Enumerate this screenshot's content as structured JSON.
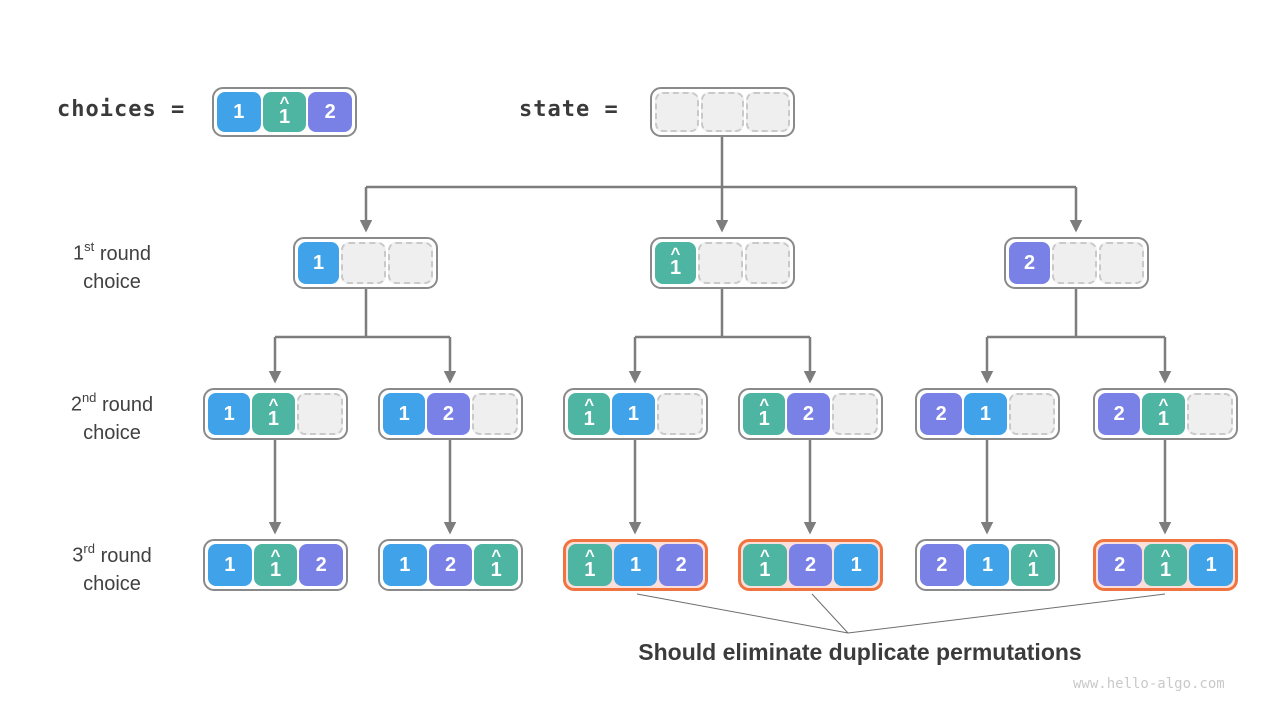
{
  "palette": {
    "blue": "#40a3e9",
    "teal": "#4db5a2",
    "purple": "#7a81e6",
    "orange_border": "#f0743f",
    "orange_fill": "#fbdfda",
    "node_border": "#8a8a8a",
    "empty_fill": "#efefef",
    "empty_border": "#c9c9c9",
    "connector": "#7d7d7d",
    "text_dark": "#3b3b3b",
    "watermark": "#c9c9c9"
  },
  "header": {
    "choices_label": "choices =",
    "state_label": "state =",
    "choices_box": {
      "cells": [
        {
          "value": "1",
          "color": "blue"
        },
        {
          "value": "1",
          "color": "teal",
          "hat": true
        },
        {
          "value": "2",
          "color": "purple"
        }
      ]
    },
    "state_box": {
      "cells": [
        {},
        {},
        {}
      ]
    }
  },
  "rows": [
    {
      "num": "1",
      "sup": "st",
      "rest": "round",
      "line2": "choice"
    },
    {
      "num": "2",
      "sup": "nd",
      "rest": "round",
      "line2": "choice"
    },
    {
      "num": "3",
      "sup": "rd",
      "rest": "round",
      "line2": "choice"
    }
  ],
  "tree": {
    "round1": [
      {
        "cells": [
          {
            "value": "1",
            "color": "blue"
          },
          {},
          {}
        ]
      },
      {
        "cells": [
          {
            "value": "1",
            "color": "teal",
            "hat": true
          },
          {},
          {}
        ]
      },
      {
        "cells": [
          {
            "value": "2",
            "color": "purple"
          },
          {},
          {}
        ]
      }
    ],
    "round2": [
      {
        "cells": [
          {
            "value": "1",
            "color": "blue"
          },
          {
            "value": "1",
            "color": "teal",
            "hat": true
          },
          {}
        ]
      },
      {
        "cells": [
          {
            "value": "1",
            "color": "blue"
          },
          {
            "value": "2",
            "color": "purple"
          },
          {}
        ]
      },
      {
        "cells": [
          {
            "value": "1",
            "color": "teal",
            "hat": true
          },
          {
            "value": "1",
            "color": "blue"
          },
          {}
        ]
      },
      {
        "cells": [
          {
            "value": "1",
            "color": "teal",
            "hat": true
          },
          {
            "value": "2",
            "color": "purple"
          },
          {}
        ]
      },
      {
        "cells": [
          {
            "value": "2",
            "color": "purple"
          },
          {
            "value": "1",
            "color": "blue"
          },
          {}
        ]
      },
      {
        "cells": [
          {
            "value": "2",
            "color": "purple"
          },
          {
            "value": "1",
            "color": "teal",
            "hat": true
          },
          {}
        ]
      }
    ],
    "round3": [
      {
        "cells": [
          {
            "value": "1",
            "color": "blue"
          },
          {
            "value": "1",
            "color": "teal",
            "hat": true
          },
          {
            "value": "2",
            "color": "purple"
          }
        ]
      },
      {
        "cells": [
          {
            "value": "1",
            "color": "blue"
          },
          {
            "value": "2",
            "color": "purple"
          },
          {
            "value": "1",
            "color": "teal",
            "hat": true
          }
        ]
      },
      {
        "cells": [
          {
            "value": "1",
            "color": "teal",
            "hat": true
          },
          {
            "value": "1",
            "color": "blue"
          },
          {
            "value": "2",
            "color": "purple"
          }
        ],
        "duplicate": true
      },
      {
        "cells": [
          {
            "value": "1",
            "color": "teal",
            "hat": true
          },
          {
            "value": "2",
            "color": "purple"
          },
          {
            "value": "1",
            "color": "blue"
          }
        ],
        "duplicate": true
      },
      {
        "cells": [
          {
            "value": "2",
            "color": "purple"
          },
          {
            "value": "1",
            "color": "blue"
          },
          {
            "value": "1",
            "color": "teal",
            "hat": true
          }
        ]
      },
      {
        "cells": [
          {
            "value": "2",
            "color": "purple"
          },
          {
            "value": "1",
            "color": "teal",
            "hat": true
          },
          {
            "value": "1",
            "color": "blue"
          }
        ],
        "duplicate": true
      }
    ]
  },
  "annotation": {
    "text": "Should eliminate duplicate permutations"
  },
  "watermark": {
    "text": "www.hello-algo.com"
  }
}
